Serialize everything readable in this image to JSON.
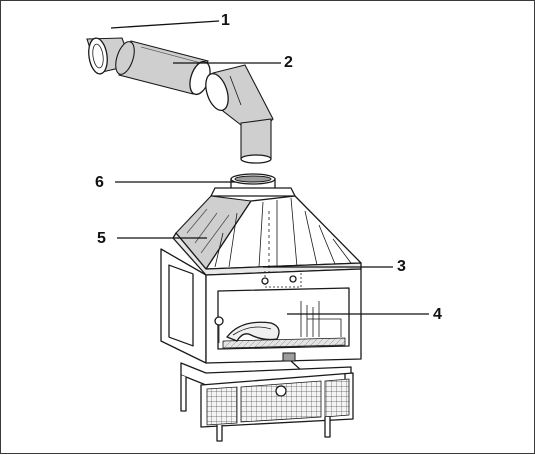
{
  "callouts": [
    {
      "number": "1"
    },
    {
      "number": "2"
    },
    {
      "number": "3"
    },
    {
      "number": "4"
    },
    {
      "number": "5"
    },
    {
      "number": "6"
    }
  ],
  "colors": {
    "line": "#1a1a1a",
    "shade": "#cfcfcf",
    "dark_shade": "#9d9d9d",
    "background": "#ffffff"
  }
}
